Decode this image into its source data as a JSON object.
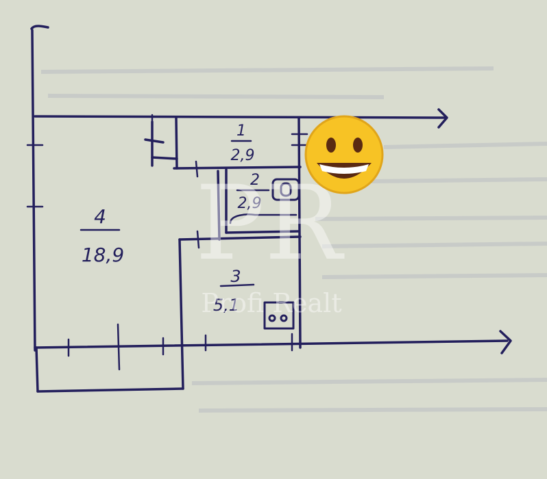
{
  "colors": {
    "paper": "#d9dccf",
    "ink": "#231f5c",
    "emoji_face": "#f7c325",
    "emoji_mouth": "#5a2a12"
  },
  "rooms": [
    {
      "number": "1",
      "area": "2,9"
    },
    {
      "number": "2",
      "area": "2,9"
    },
    {
      "number": "3",
      "area": "5,1"
    },
    {
      "number": "4",
      "area": "18,9"
    }
  ],
  "watermark": {
    "monogram": "PR",
    "text": "Profi Realt"
  },
  "icons": {
    "sticker": "grinning-face-emoji-icon",
    "bath": "bathtub-icon",
    "sink": "sink-icon",
    "stove": "stove-icon"
  }
}
